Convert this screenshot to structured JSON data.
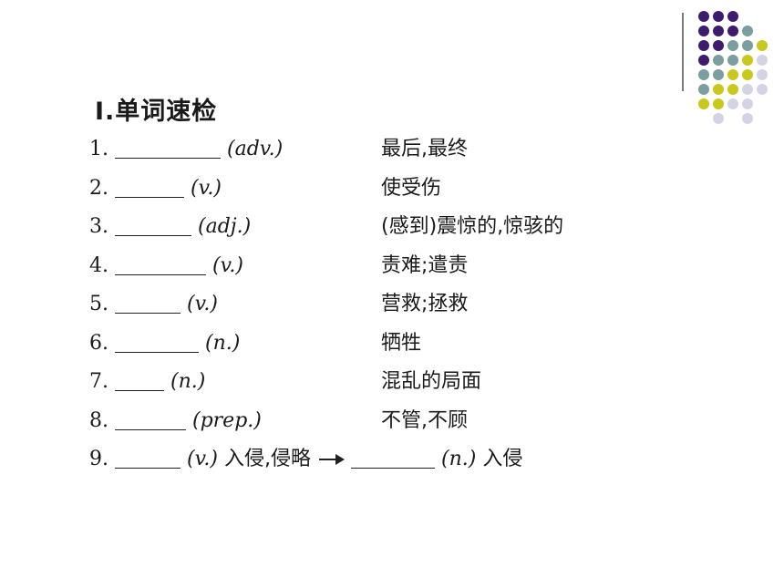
{
  "title": "Ⅰ.单词速检",
  "decoration": {
    "dot_colors": {
      "purple": "#3f1a6e",
      "teal": "#7a9ea0",
      "yellow": "#c8c81e",
      "lavender": "#d4d4e8"
    }
  },
  "items": [
    {
      "num": "1.",
      "pos": "(adv.)",
      "meaning": "最后,最终"
    },
    {
      "num": "2.",
      "pos": "(v.)",
      "meaning": "使受伤"
    },
    {
      "num": "3.",
      "pos": "(adj.)",
      "meaning": "(感到)震惊的,惊骇的"
    },
    {
      "num": "4.",
      "pos": "(v.)",
      "meaning": "责难;遣责"
    },
    {
      "num": "5.",
      "pos": "(v.)",
      "meaning": "营救;拯救"
    },
    {
      "num": "6.",
      "pos": "(n.)",
      "meaning": "牺牲"
    },
    {
      "num": "7.",
      "pos": "(n.)",
      "meaning": "混乱的局面"
    },
    {
      "num": "8.",
      "pos": "(prep.)",
      "meaning": "不管,不顾"
    },
    {
      "num": "9.",
      "pos": "(v.)",
      "meaning": "入侵,侵略",
      "pos2": "(n.)",
      "meaning2": "入侵"
    }
  ]
}
